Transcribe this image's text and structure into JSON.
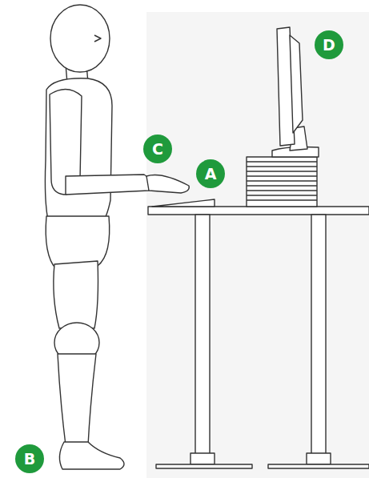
{
  "diagram": {
    "nodes": [
      {
        "text": [
          "D"
        ]
      },
      {
        "text": [
          "C"
        ]
      },
      {
        "text": [
          "A"
        ]
      },
      {
        "text": [
          "B"
        ]
      }
    ]
  }
}
